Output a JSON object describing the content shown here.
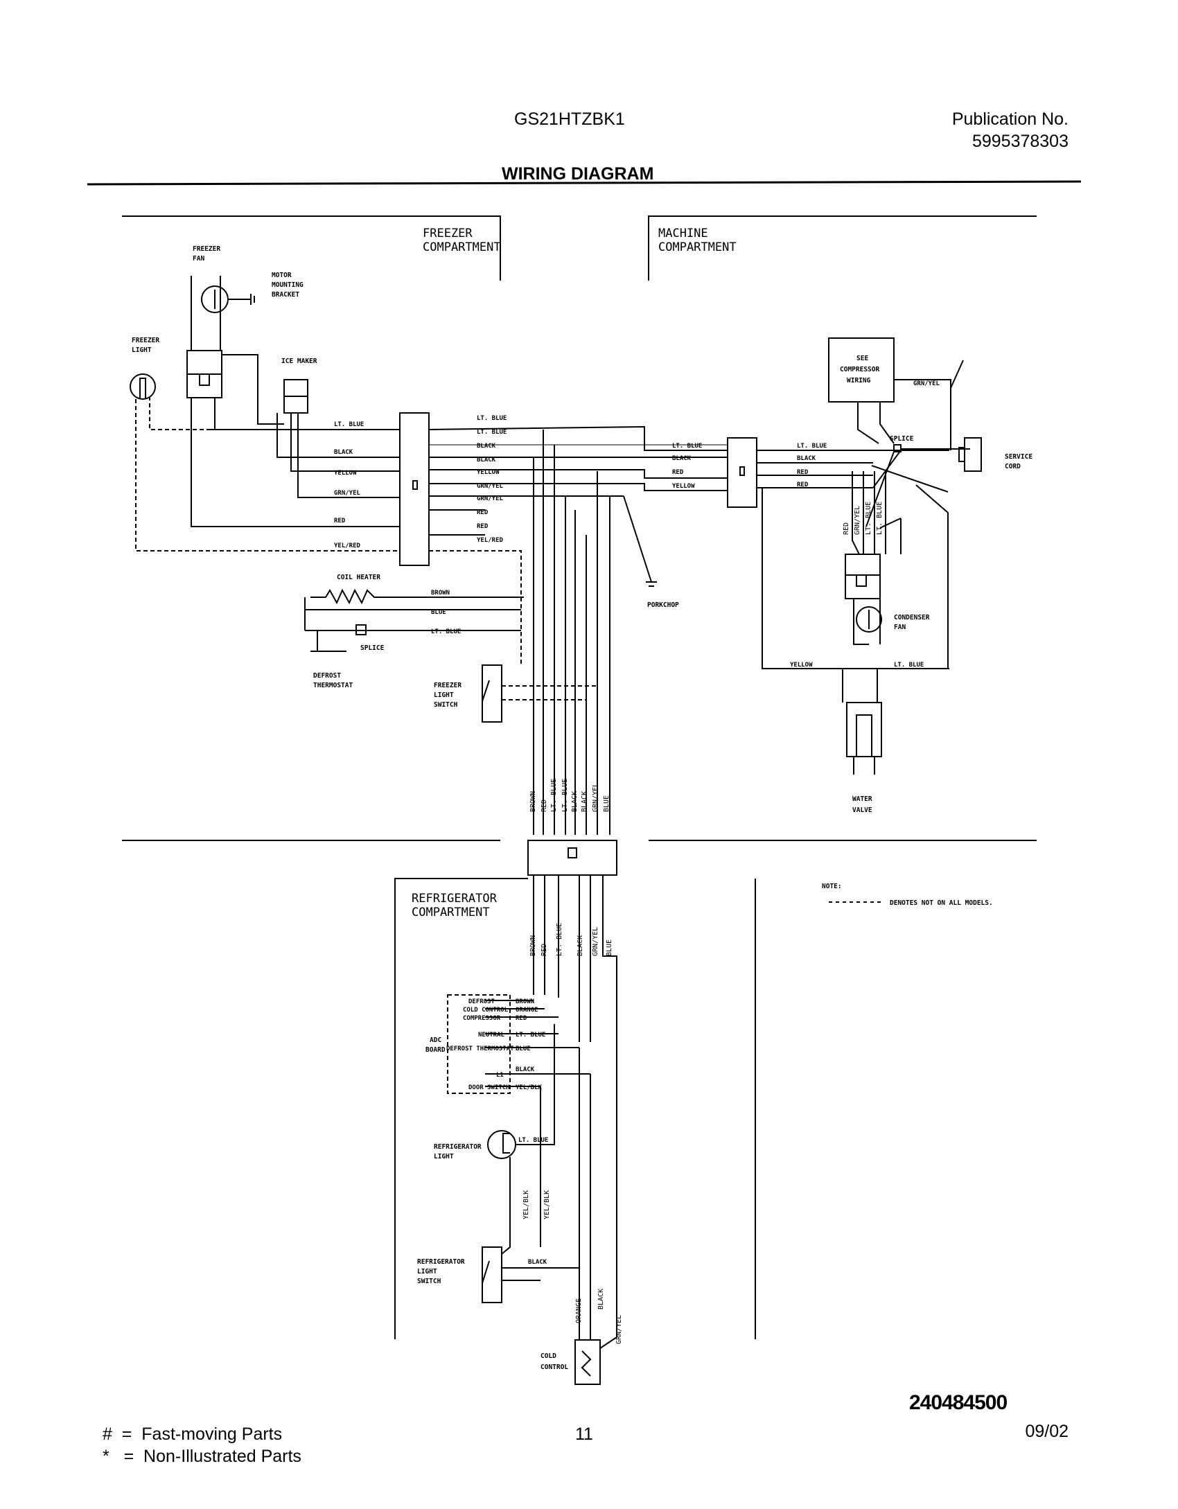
{
  "header": {
    "model": "GS21HTZBK1",
    "publication_label": "Publication No.",
    "publication_number": "5995378303",
    "section_title": "WIRING DIAGRAM"
  },
  "zones": {
    "freezer_1": "FREEZER",
    "freezer_2": "COMPARTMENT",
    "machine_1": "MACHINE",
    "machine_2": "COMPARTMENT",
    "refrigerator_1": "REFRIGERATOR",
    "refrigerator_2": "COMPARTMENT"
  },
  "components": {
    "freezer_fan_1": "FREEZER",
    "freezer_fan_2": "FAN",
    "motor_1": "MOTOR",
    "motor_2": "MOUNTING",
    "motor_3": "BRACKET",
    "freezer_light_1": "FREEZER",
    "freezer_light_2": "LIGHT",
    "ice_maker": "ICE MAKER",
    "compressor_1": "SEE",
    "compressor_2": "COMPRESSOR",
    "compressor_3": "WIRING",
    "splice_machine": "SPLICE",
    "service_cord_1": "SERVICE",
    "service_cord_2": "CORD",
    "porkchop": "PORKCHOP",
    "coil_heater": "COIL HEATER",
    "splice_freezer": "SPLICE",
    "defrost_thermostat_1": "DEFROST",
    "defrost_thermostat_2": "THERMOSTAT",
    "freezer_light_switch_1": "FREEZER",
    "freezer_light_switch_2": "LIGHT",
    "freezer_light_switch_3": "SWITCH",
    "condenser_fan_1": "CONDENSER",
    "condenser_fan_2": "FAN",
    "water_valve_1": "WATER",
    "water_valve_2": "VALVE",
    "adc_board_1": "ADC",
    "adc_board_2": "BOARD",
    "adc_defrost": "DEFROST",
    "adc_cold_control": "COLD CONTROL",
    "adc_compressor": "COMPRESSOR",
    "adc_neutral": "NEUTRAL",
    "adc_defrost_thermostat": "DEFROST THERMOSTAT",
    "adc_l1": "L1",
    "adc_door_switch": "DOOR SWITCH",
    "refrigerator_light_1": "REFRIGERATOR",
    "refrigerator_light_2": "LIGHT",
    "refrigerator_light_switch_1": "REFRIGERATOR",
    "refrigerator_light_switch_2": "LIGHT",
    "refrigerator_light_switch_3": "SWITCH",
    "cold_control_1": "COLD",
    "cold_control_2": "CONTROL"
  },
  "wires": {
    "lt_blue": "LT. BLUE",
    "black": "BLACK",
    "yellow": "YELLOW",
    "grn_yel": "GRN/YEL",
    "red": "RED",
    "yel_red": "YEL/RED",
    "brown": "BROWN",
    "blue": "BLUE",
    "orange": "ORANGE",
    "yel_blk": "YEL/BLK"
  },
  "note": {
    "title": "NOTE:",
    "text": "DENOTES NOT ON ALL MODELS."
  },
  "footer": {
    "legend_fast": "#  =  Fast-moving Parts",
    "legend_non": "*   =  Non-Illustrated Parts",
    "page_number": "11",
    "part_number": "240484500",
    "date": "09/02"
  }
}
